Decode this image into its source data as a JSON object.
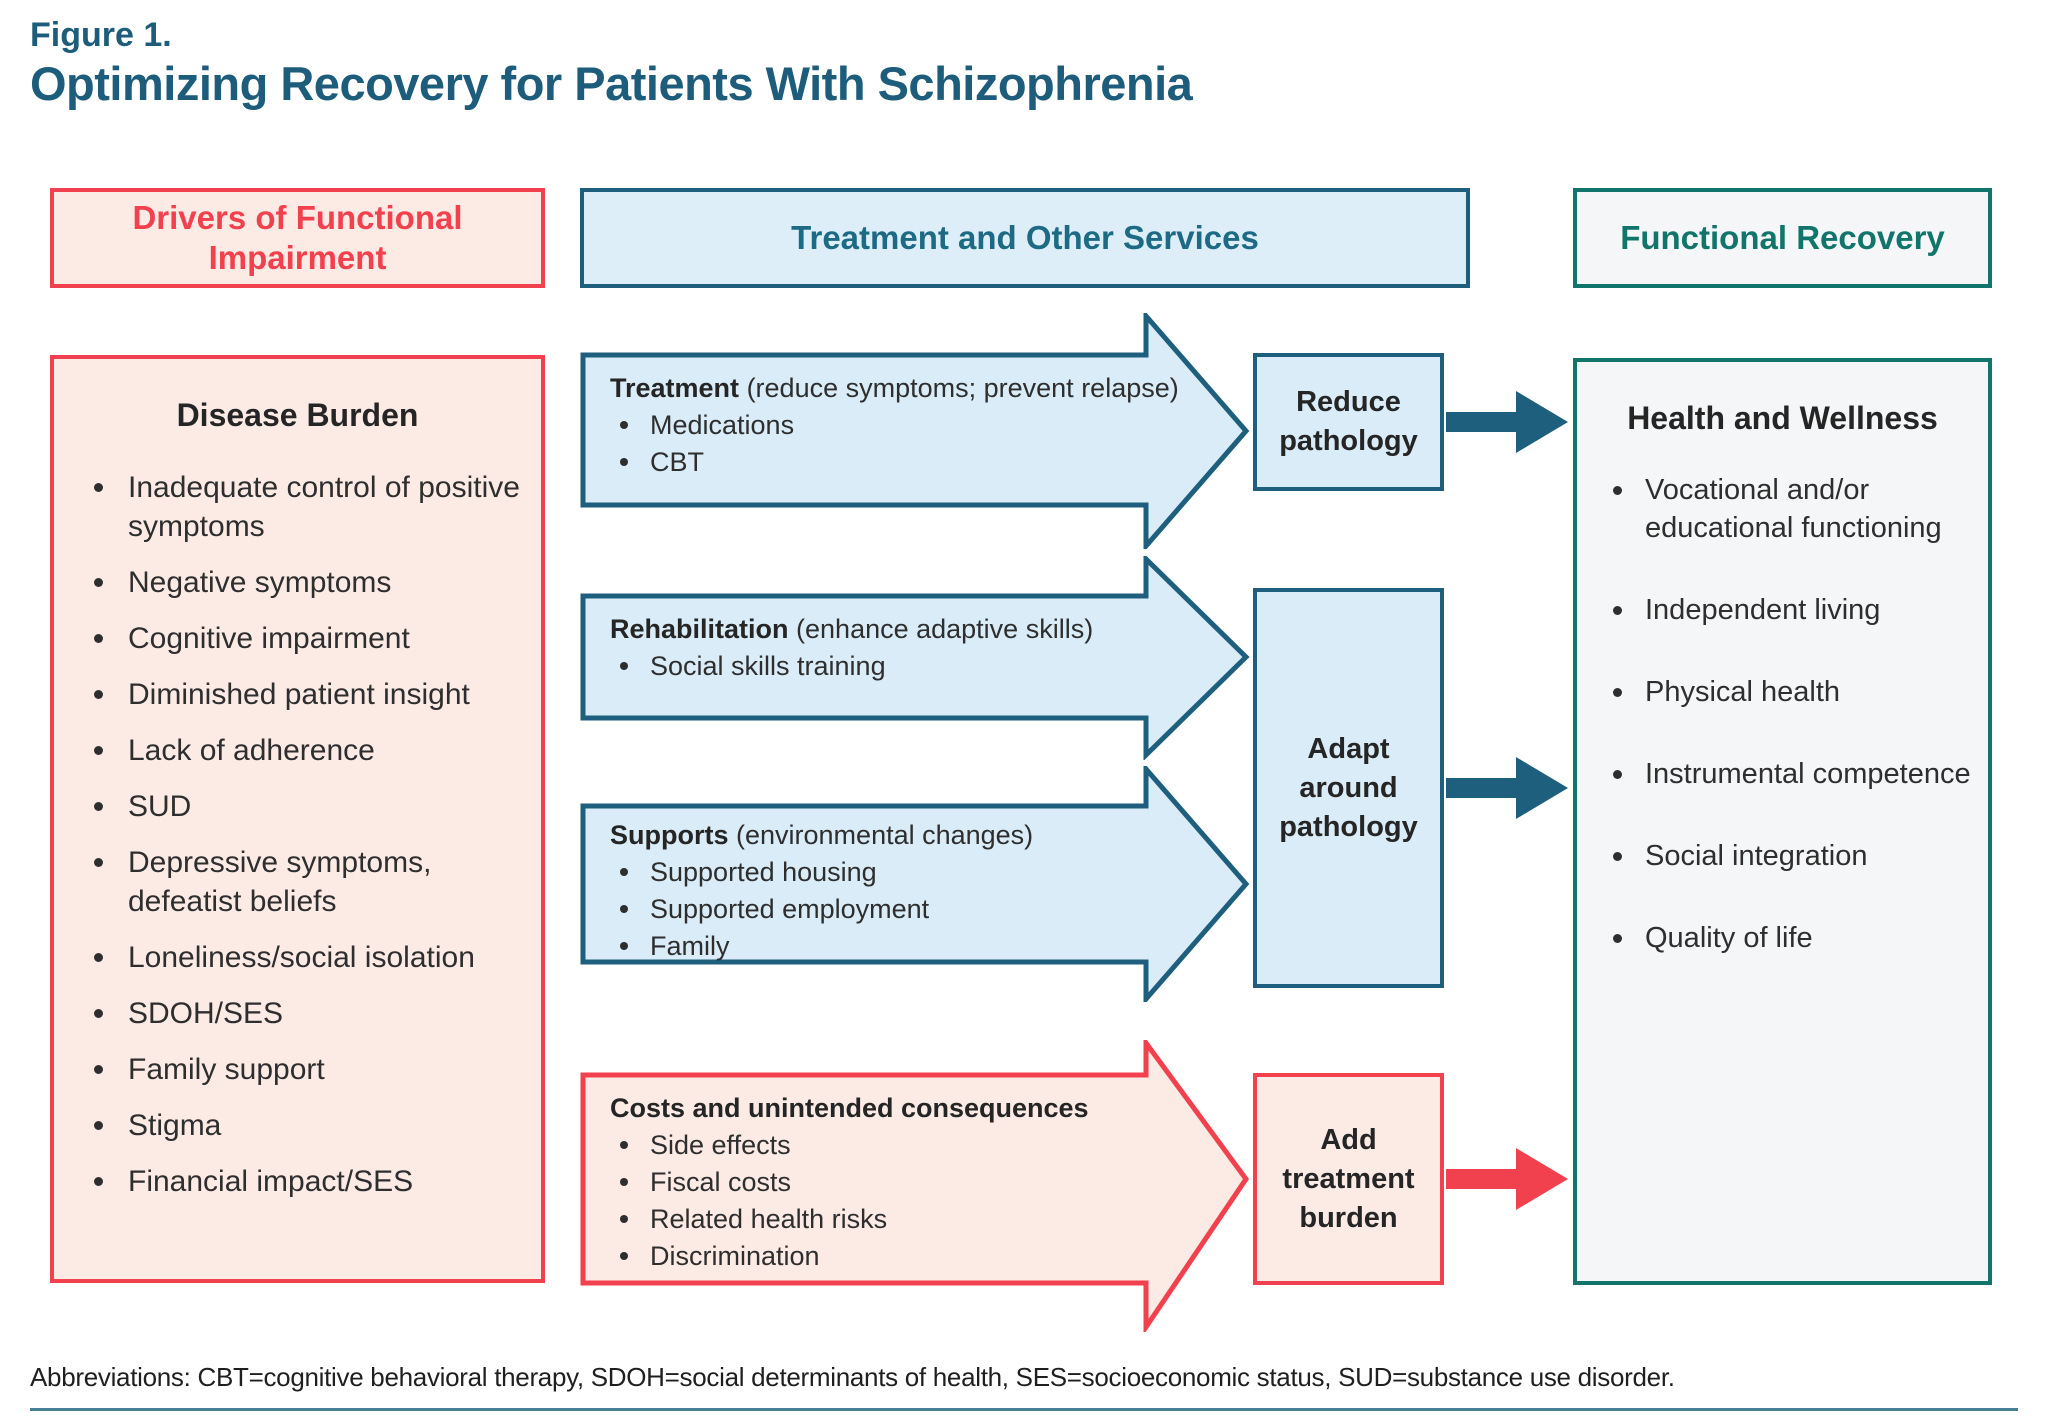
{
  "figure": {
    "label": "Figure 1.",
    "title": "Optimizing Recovery for Patients With Schizophrenia"
  },
  "column_headers": {
    "drivers": "Drivers of Functional Impairment",
    "treatment": "Treatment and Other Services",
    "recovery": "Functional Recovery"
  },
  "disease_burden": {
    "title": "Disease Burden",
    "items": [
      "Inadequate control of positive symptoms",
      "Negative symptoms",
      "Cognitive impairment",
      "Diminished patient insight",
      "Lack of adherence",
      "SUD",
      "Depressive symptoms, defeatist beliefs",
      "Loneliness/social isolation",
      "SDOH/SES",
      "Family support",
      "Stigma",
      "Financial impact/SES"
    ]
  },
  "service_arrows": [
    {
      "title": "Treatment",
      "subtitle": "(reduce symptoms; prevent relapse)",
      "items": [
        "Medications",
        "CBT"
      ],
      "style": "blue"
    },
    {
      "title": "Rehabilitation",
      "subtitle": "(enhance adaptive skills)",
      "items": [
        "Social skills training"
      ],
      "style": "blue"
    },
    {
      "title": "Supports",
      "subtitle": "(environmental changes)",
      "items": [
        "Supported housing",
        "Supported employment",
        "Family"
      ],
      "style": "blue"
    },
    {
      "title": "Costs and unintended consequences",
      "subtitle": "",
      "items": [
        "Side effects",
        "Fiscal costs",
        "Related health risks",
        "Discrimination"
      ],
      "style": "red"
    }
  ],
  "mechanism_boxes": [
    {
      "label": "Reduce pathology",
      "style": "blue"
    },
    {
      "label": "Adapt around pathology",
      "style": "blue"
    },
    {
      "label": "Add treatment burden",
      "style": "red"
    }
  ],
  "health_wellness": {
    "title": "Health and Wellness",
    "items": [
      "Vocational and/or educational functioning",
      "Independent living",
      "Physical health",
      "Instrumental competence",
      "Social integration",
      "Quality of life"
    ]
  },
  "footnote": "Abbreviations: CBT=cognitive behavioral therapy, SDOH=social determinants of health, SES=socioeconomic status, SUD=substance use disorder.",
  "colors": {
    "title_teal": "#1d5d7b",
    "red_accent": "#f2414e",
    "pink_fill": "#fcebe5",
    "blue_fill": "#d9ecf8",
    "blue_border": "#1e5f7d",
    "blue_header_text": "#1d6a85",
    "teal_green": "#11756b",
    "gray_fill": "#f4f6f7",
    "rule_teal": "#487e91",
    "body_text": "#2e2e2e"
  }
}
